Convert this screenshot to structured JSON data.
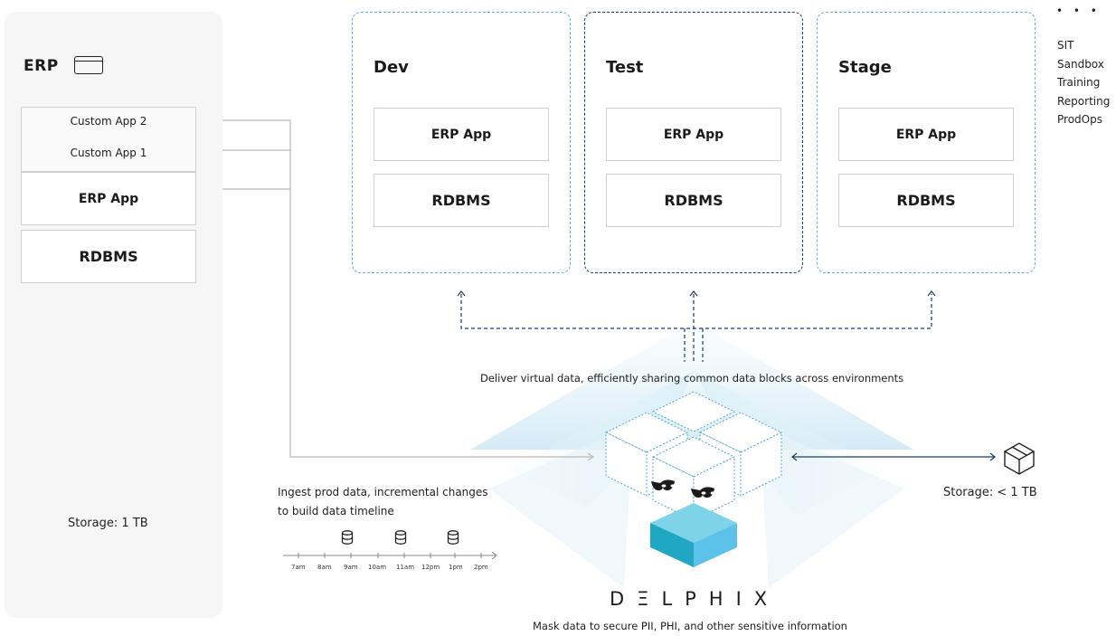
{
  "erp": {
    "title": "ERP",
    "custom_app_2": "Custom App 2",
    "custom_app_1": "Custom App 1",
    "erp_app": "ERP App",
    "rdbms": "RDBMS",
    "storage": "Storage: 1 TB"
  },
  "environments": [
    {
      "name": "Dev",
      "erp_app": "ERP App",
      "rdbms": "RDBMS",
      "border_color": "#5fb3d7"
    },
    {
      "name": "Test",
      "erp_app": "ERP App",
      "rdbms": "RDBMS",
      "border_color": "#1d3c63"
    },
    {
      "name": "Stage",
      "erp_app": "ERP App",
      "rdbms": "RDBMS",
      "border_color": "#5fb3d7"
    }
  ],
  "extra_envs": {
    "ellipsis": "• • •",
    "items": [
      "SIT",
      "Sandbox",
      "Training",
      "Reporting",
      "ProdOps"
    ]
  },
  "deliver_caption": "Deliver virtual data, efficiently sharing common data blocks across environments",
  "ingest_caption_line1": "Ingest prod data, incremental changes",
  "ingest_caption_line2": "to build data timeline",
  "timeline": [
    "7am",
    "8am",
    "9am",
    "10am",
    "11am",
    "12pm",
    "1pm",
    "2pm"
  ],
  "virtual_storage": "Storage: < 1 TB",
  "brand": "DΞLPHIX",
  "mask_caption": "Mask data to secure PII, PHI, and other sensitive information",
  "colors": {
    "light_blue": "#5fb3d7",
    "navy": "#1d3c63",
    "teal": "#1fa7c4",
    "connector_gray": "#b9b9b9"
  }
}
